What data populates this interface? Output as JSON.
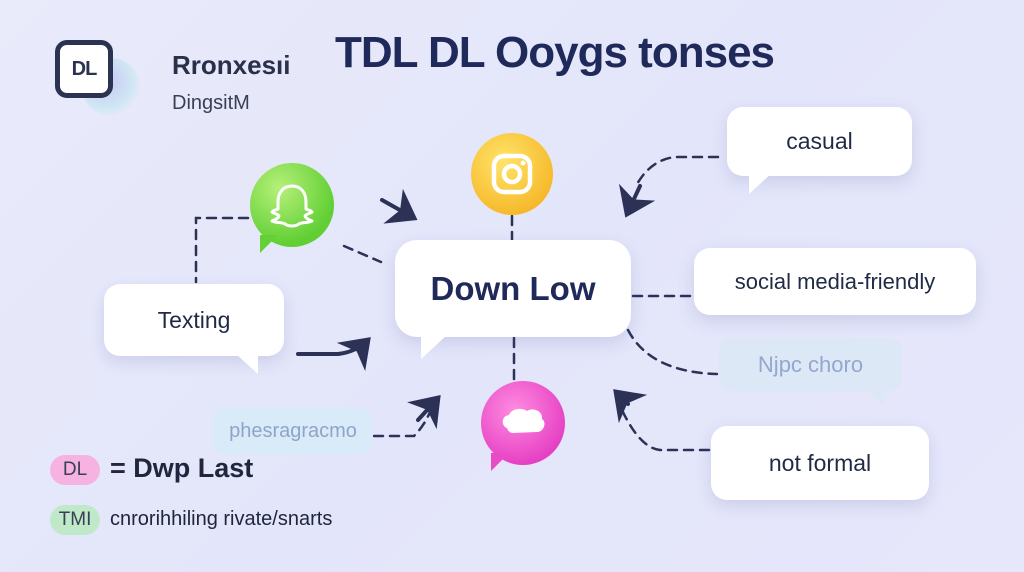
{
  "header": {
    "logo_text": "DL",
    "brand_name": "Rronxesıi",
    "brand_sub": "DingsitM",
    "title": "TDL DL Ooygs tonses"
  },
  "center": {
    "label": "Down Low"
  },
  "bubbles": {
    "casual": "casual",
    "social": "social media-friendly",
    "texting": "Texting",
    "not_formal": "not formal",
    "ghost_right": "Njpc choro",
    "ghost_left": "phesragracmo"
  },
  "icons": {
    "green_app": "ghost-chat-icon",
    "yellow_app": "camera-app-icon",
    "pink_app": "chat-bubble-icon"
  },
  "legend": [
    {
      "badge": "DL",
      "text": "= Dwp Last",
      "color": "#f6b3e2"
    },
    {
      "badge": "TMI",
      "text": "cnrorihhiling rivate/snarts",
      "color": "#bfe9c9"
    }
  ],
  "colors": {
    "background": "#e6e8fb",
    "line": "#2b3256",
    "title": "#1f2a5a"
  }
}
